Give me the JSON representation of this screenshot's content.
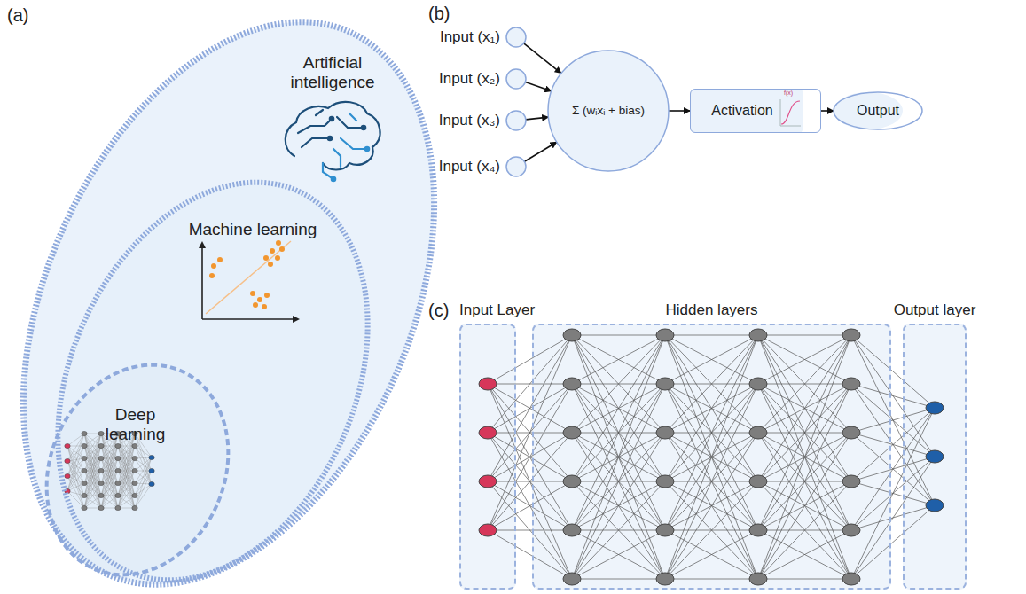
{
  "diagram": {
    "nodes": [
      {
        "text": [
          "Artificial intelligence"
        ]
      },
      {
        "text": [
          "Machine learning"
        ],
        "in": 0
      },
      {
        "text": [
          "Deep learning"
        ],
        "in": 1
      },
      {
        "text": [
          "Input (x₁)"
        ]
      },
      {
        "text": [
          "Input (x₂)"
        ]
      },
      {
        "text": [
          "Input (x₃)"
        ]
      },
      {
        "text": [
          "Input (x₄)"
        ]
      },
      {
        "text": [
          "Σ (wᵢxᵢ + bias)"
        ]
      },
      {
        "text": [
          "Activation"
        ]
      },
      {
        "text": [
          "Output"
        ]
      },
      {
        "text": [
          "Input Layer"
        ]
      },
      {
        "text": [
          "Hidden layers"
        ]
      },
      {
        "text": [
          "Output layer"
        ]
      }
    ],
    "edges": [
      {
        "from": 3,
        "to": 7,
        "arrow": "to"
      },
      {
        "from": 4,
        "to": 7,
        "arrow": "to"
      },
      {
        "from": 5,
        "to": 7,
        "arrow": "to"
      },
      {
        "from": 6,
        "to": 7,
        "arrow": "to"
      },
      {
        "from": 7,
        "to": 8,
        "arrow": "to"
      },
      {
        "from": 8,
        "to": 9,
        "arrow": "to"
      }
    ],
    "labels": [
      "(a)",
      "(b)",
      "(c)",
      "f(x)"
    ]
  }
}
